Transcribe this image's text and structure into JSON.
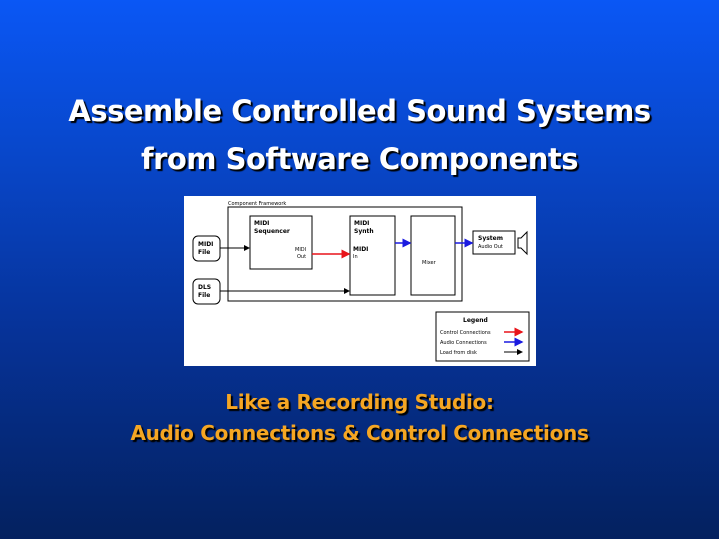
{
  "slide": {
    "title_line1": "Assemble Controlled Sound Systems",
    "title_line2": "from Software Components",
    "subtitle_line1": "Like a Recording Studio:",
    "subtitle_line2": "Audio Connections & Control Connections"
  },
  "diagram": {
    "framework_label": "Component Framework",
    "midi_file": [
      "MIDI",
      "File"
    ],
    "dls_file": [
      "DLS",
      "File"
    ],
    "sequencer": [
      "MIDI",
      "Sequencer"
    ],
    "sequencer_port": [
      "MIDI",
      "Out"
    ],
    "synth": [
      "MIDI",
      "Synth"
    ],
    "synth_port": [
      "MIDI",
      "In"
    ],
    "mixer": "Mixer",
    "system_out": [
      "System",
      "Audio Out"
    ],
    "legend_title": "Legend",
    "legend_items": [
      "Control Connections",
      "Audio Connections",
      "Load from disk"
    ],
    "colors": {
      "control": "#e8141a",
      "audio": "#1a1ae0",
      "load": "#000000"
    }
  }
}
